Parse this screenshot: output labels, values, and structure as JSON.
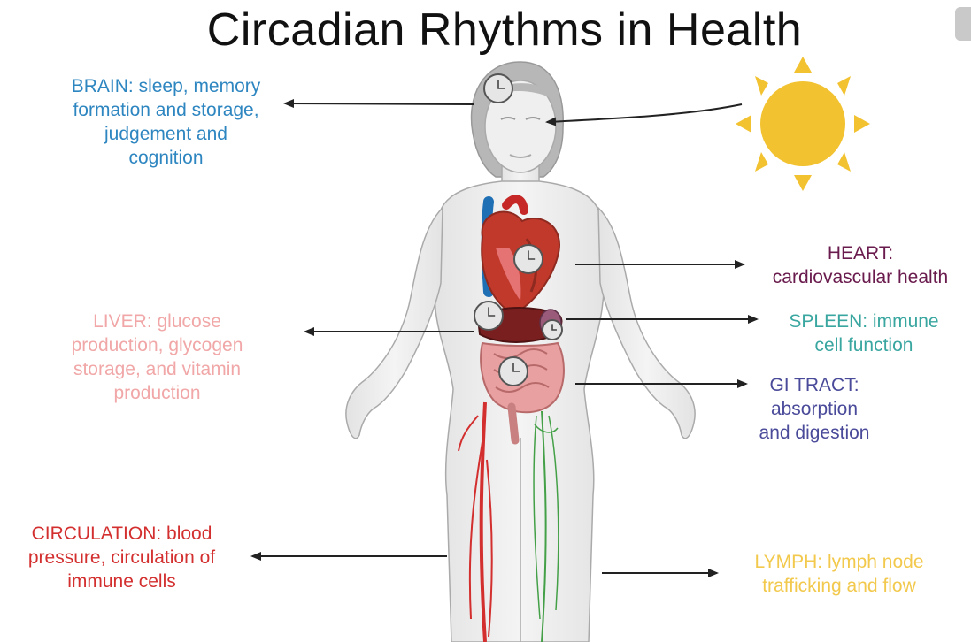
{
  "title": "Circadian Rhythms in Health",
  "colors": {
    "brain": "#2e86c1",
    "heart": "#6a1b4d",
    "liver": "#f1a7a7",
    "spleen": "#3aa6a0",
    "gi_tract": "#4a4a9a",
    "circulation": "#d32f2f",
    "lymph": "#f2c94c",
    "sun": "#f2c230",
    "body": "#dddddd",
    "arrow": "#222222"
  },
  "labels": {
    "brain": [
      "BRAIN: sleep, memory",
      "formation and storage,",
      "judgement and",
      "cognition"
    ],
    "heart": [
      "HEART:",
      "cardiovascular health"
    ],
    "liver": [
      "LIVER: glucose",
      "production, glycogen",
      "storage, and vitamin",
      "production"
    ],
    "spleen": [
      "SPLEEN: immune",
      "cell function"
    ],
    "gi_tract": [
      "GI TRACT:",
      "absorption",
      "and digestion"
    ],
    "circulation": [
      "CIRCULATION: blood",
      "pressure, circulation of",
      "immune cells"
    ],
    "lymph": [
      "LYMPH: lymph node",
      "trafficking and flow"
    ]
  },
  "icons": [
    "sun-icon",
    "clock-icon",
    "human-body-icon",
    "heart-icon",
    "liver-icon",
    "intestine-icon",
    "spleen-icon",
    "artery-icon",
    "lymph-vessel-icon"
  ]
}
